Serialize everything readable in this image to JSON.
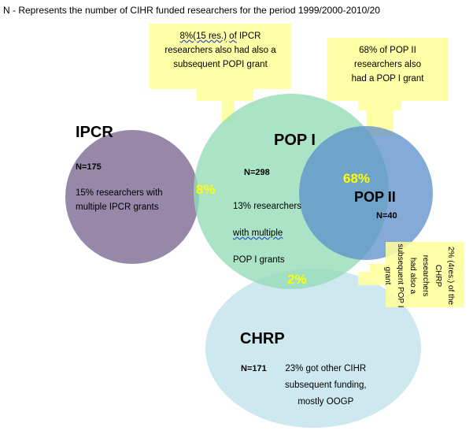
{
  "header": "N - Represents the number of CIHR funded researchers for the period 1999/2000-2010/20",
  "callouts": {
    "ipcr_popi_a": "8%(15 res.)",
    "ipcr_popi_b": "of",
    "ipcr_popi_c": "IPCR",
    "ipcr_popi_line2": "researchers also had also a",
    "ipcr_popi_line3": "subsequent POPI grant",
    "popii_line1": "68% of POP II",
    "popii_line2": "researchers also",
    "popii_line3": "had a POP I grant",
    "chrp_lines": [
      "2% (4res.) of the",
      "CHRP researchers",
      "had also a",
      "subsequent POP I",
      "grant"
    ]
  },
  "circles": {
    "ipcr": {
      "title": "IPCR",
      "n": "N=175",
      "note1": "15% researchers with",
      "note2": "multiple IPCR grants",
      "color": "#8c7aa0"
    },
    "pop1": {
      "title": "POP I",
      "n": "N=298",
      "note1": "13% researchers",
      "note2": "with multiple",
      "note3": "POP I grants",
      "color": "#9fe0c0"
    },
    "pop2": {
      "title": "POP II",
      "n": "N=40",
      "color": "#6a97cc"
    },
    "chrp": {
      "title": "CHRP",
      "n": "N=171",
      "note1": "23% got other CIHR",
      "note2": "subsequent funding,",
      "note3": "mostly OOGP",
      "color": "#cce8ee"
    }
  },
  "overlaps": {
    "ipcr_pop1": "8%",
    "pop1_pop2": "68%",
    "pop1_chrp": "2%"
  },
  "colors": {
    "callout": "#ffff99",
    "highlight": "#ffff00"
  }
}
